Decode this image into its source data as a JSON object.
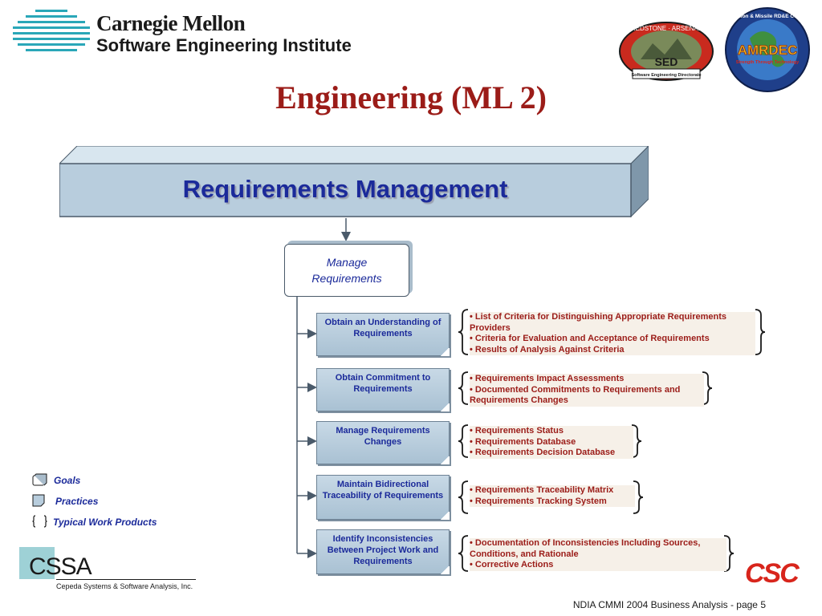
{
  "header": {
    "university": "Carnegie Mellon",
    "institute": "Software Engineering Institute",
    "title": "Engineering (ML 2)"
  },
  "badges": {
    "sed_top": "REDSTONE · ARSENAL",
    "sed_short": "SED",
    "sed_full": "Software Engineering Directorate",
    "amrdec_ring": "Aviation & Missile RD&E Center",
    "amrdec_short": "AMRDEC",
    "amrdec_motto": "Strength Through Technology"
  },
  "diagram": {
    "process_area": "Requirements Management",
    "goal": "Manage\nRequirements",
    "practices": [
      {
        "label": "Obtain an Understanding of Requirements",
        "work_products": [
          "• List of Criteria for Distinguishing Appropriate Requirements Providers",
          "• Criteria for Evaluation and Acceptance of Requirements",
          "• Results of Analysis Against Criteria"
        ]
      },
      {
        "label": "Obtain Commitment to Requirements",
        "work_products": [
          "• Requirements Impact Assessments",
          "• Documented Commitments to Requirements and Requirements Changes"
        ]
      },
      {
        "label": "Manage Requirements Changes",
        "work_products": [
          "• Requirements Status",
          "• Requirements Database",
          "• Requirements Decision Database"
        ]
      },
      {
        "label": "Maintain Bidirectional Traceability of Requirements",
        "work_products": [
          "• Requirements Traceability Matrix",
          "• Requirements Tracking System"
        ]
      },
      {
        "label": "Identify Inconsistencies Between Project Work and Requirements",
        "work_products": [
          "• Documentation of Inconsistencies Including Sources, Conditions, and Rationale",
          "• Corrective Actions"
        ]
      }
    ]
  },
  "legend": {
    "goals": "Goals",
    "practices": "Practices",
    "work_products": "Typical Work Products"
  },
  "footer": {
    "cssa": "CSSA",
    "cssa_full": "Cepeda Systems & Software Analysis, Inc.",
    "csc": "CSC",
    "caption": "NDIA CMMI 2004 Business Analysis - page 5"
  },
  "colors": {
    "title_red": "#9b1c18",
    "label_blue": "#1b2a9a",
    "box_fill": "#b8cddd",
    "csc_red": "#d8251c"
  }
}
